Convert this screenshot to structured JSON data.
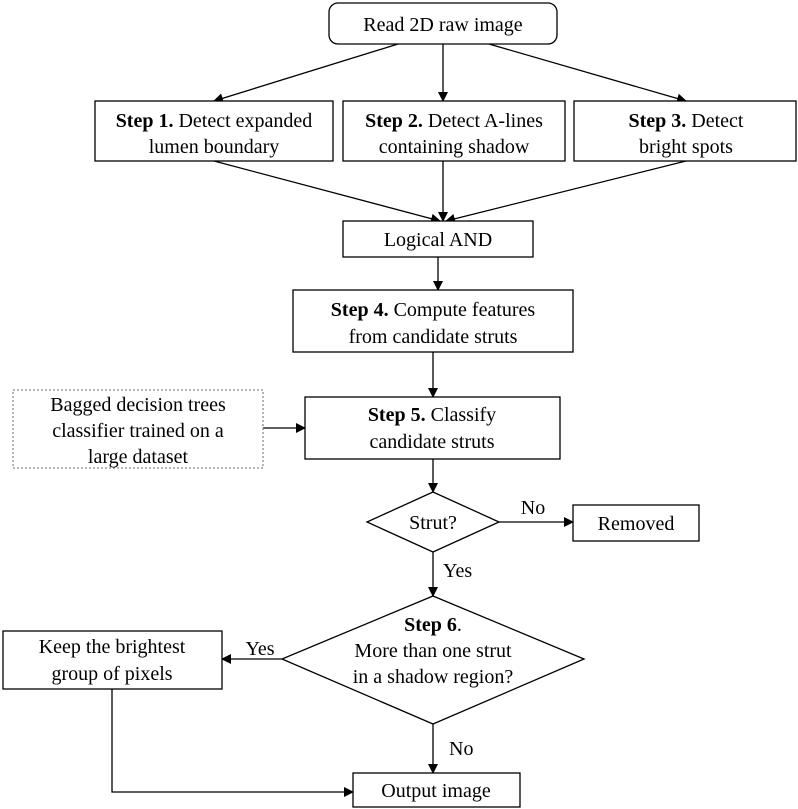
{
  "nodes": {
    "read": {
      "text": "Read 2D raw image"
    },
    "step1": {
      "step": "Step 1.",
      "line1": "Detect expanded",
      "line2": "lumen boundary"
    },
    "step2": {
      "step": "Step 2.",
      "line1": "Detect A-lines",
      "line2": "containing shadow"
    },
    "step3": {
      "step": "Step 3.",
      "line1": "Detect",
      "line2": "bright spots"
    },
    "and": {
      "text": "Logical AND"
    },
    "step4": {
      "step": "Step 4.",
      "line1": "Compute features",
      "line2": "from candidate struts"
    },
    "classifier": {
      "line1": "Bagged decision trees",
      "line2": "classifier trained on a",
      "line3": "large dataset"
    },
    "step5": {
      "step": "Step 5.",
      "line1": "Classify",
      "line2": "candidate struts"
    },
    "strut": {
      "text": "Strut?"
    },
    "removed": {
      "text": "Removed"
    },
    "step6": {
      "step": "Step 6",
      "period": ".",
      "line1": "More than one strut",
      "line2": "in a shadow region?"
    },
    "keep": {
      "line1": "Keep the brightest",
      "line2": "group of pixels"
    },
    "output": {
      "text": "Output image"
    }
  },
  "edges": {
    "strut_no": "No",
    "strut_yes": "Yes",
    "step6_yes": "Yes",
    "step6_no": "No"
  },
  "colors": {
    "stroke": "#000000",
    "dotted_stroke": "#8a8a8a",
    "background": "#ffffff"
  }
}
